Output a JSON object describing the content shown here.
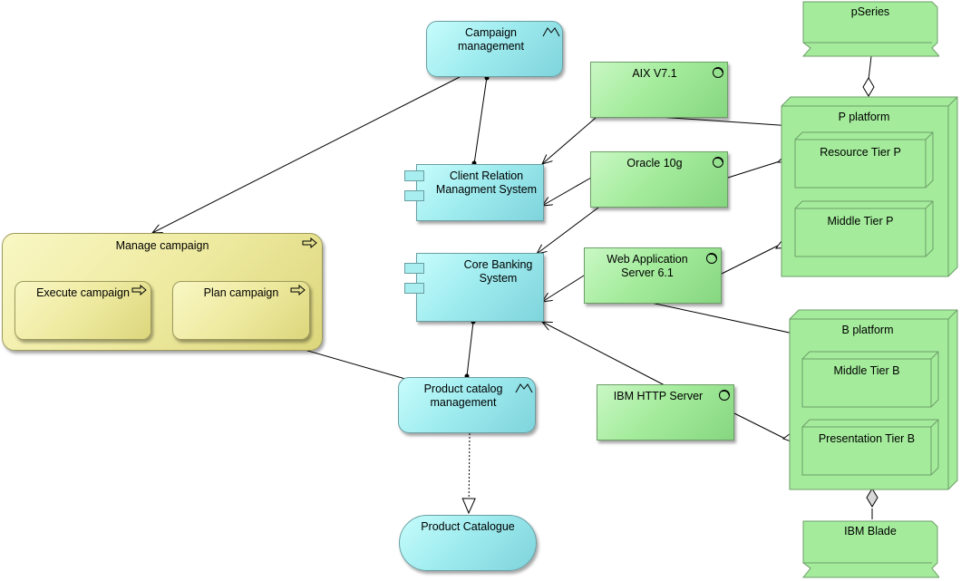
{
  "business": {
    "campaign_management": "Campaign management",
    "product_catalog_management": "Product catalog management",
    "manage_campaign": "Manage campaign",
    "execute_campaign": "Execute campaign",
    "plan_campaign": "Plan campaign",
    "product_catalogue": "Product Catalogue"
  },
  "application": {
    "crm": "Client Relation Managment System",
    "core_banking": "Core Banking System"
  },
  "technology": {
    "aix": "AIX V7.1",
    "oracle": "Oracle 10g",
    "was": "Web Application Server 6.1",
    "ihs": "IBM HTTP Server",
    "pseries": "pSeries",
    "p_platform": "P platform",
    "resource_tier_p": "Resource Tier P",
    "middle_tier_p": "Middle Tier P",
    "b_platform": "B platform",
    "middle_tier_b": "Middle Tier B",
    "presentation_tier_b": "Presentation Tier B",
    "ibm_blade": "IBM Blade"
  },
  "colors": {
    "business_cyan": "#9fecef",
    "technology_green": "#a4ec9c",
    "function_yellow": "#eeeaa0"
  },
  "icons": [
    "business-service-icon",
    "application-component-icon",
    "system-software-icon",
    "node-icon",
    "process-icon",
    "device-icon"
  ]
}
